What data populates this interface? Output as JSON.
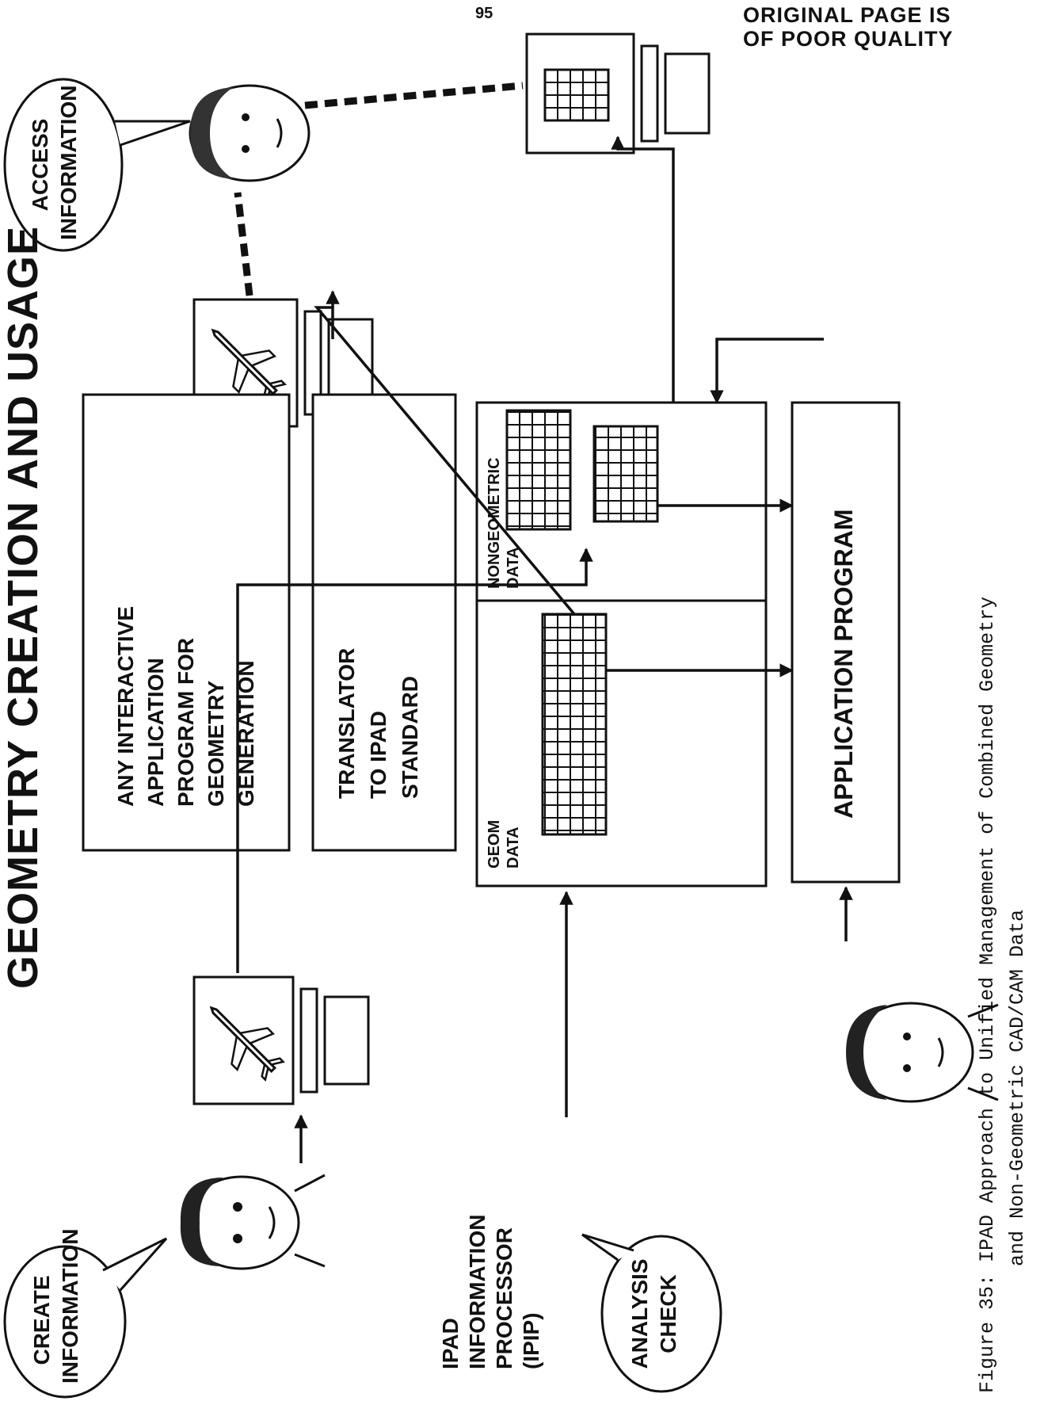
{
  "page_number": "95",
  "stamp": {
    "line1": "ORIGINAL PAGE IS",
    "line2": "OF POOR QUALITY"
  },
  "title": "GEOMETRY CREATION AND USAGE",
  "bubbles": {
    "create": "CREATE\nINFORMATION",
    "access": "ACCESS\nINFORMATION",
    "analysis": "ANALYSIS\nCHECK"
  },
  "boxes": {
    "interactive_program": "ANY INTERACTIVE\nAPPLICATION\nPROGRAM FOR\nGEOMETRY\nGENERATION",
    "translator": "TRANSLATOR\nTO IPAD\nSTANDARD",
    "geom_data": "GEOM\nDATA",
    "nongeometric_data": "NONGEOMETRIC\nDATA",
    "application_program": "APPLICATION PROGRAM"
  },
  "ipip_label": "IPAD\nINFORMATION\nPROCESSOR\n(IPIP)",
  "caption": {
    "line1": "Figure 35:  IPAD Approach to Unified Management of Combined Geometry",
    "line2": "and Non-Geometric CAD/CAM Data"
  },
  "icons": [
    "person-female-icon",
    "person-male-icon",
    "person-analyst-icon",
    "airplane-icon",
    "terminal-icon",
    "data-grid-icon",
    "speech-bubble-icon"
  ]
}
